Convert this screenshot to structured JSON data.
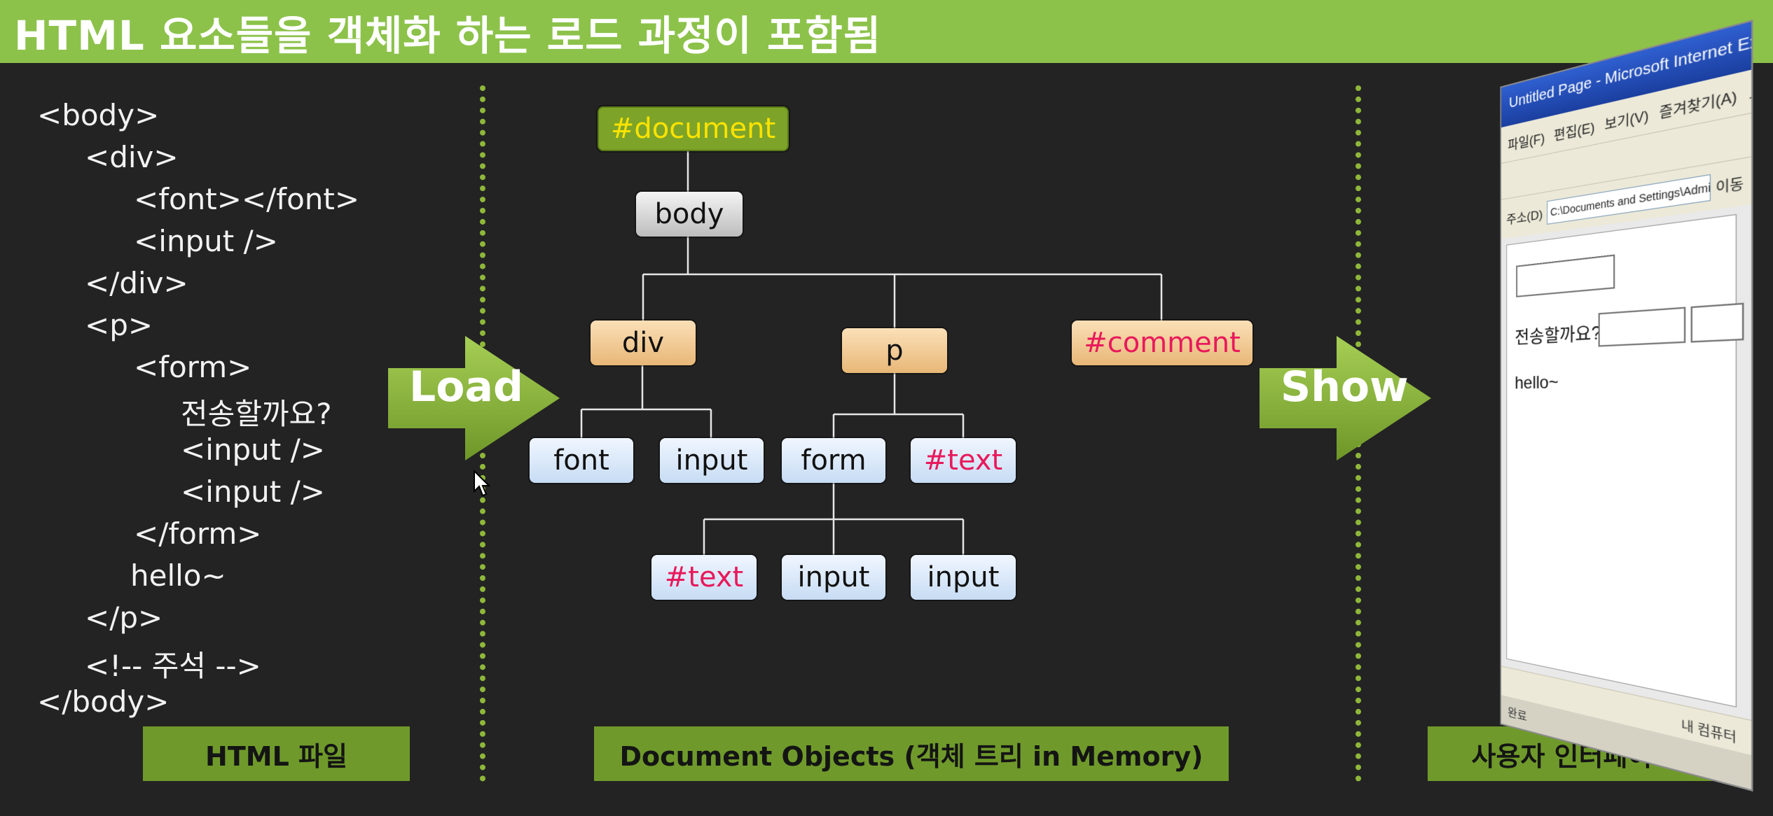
{
  "title": "HTML 요소들을 객체화 하는 로드 과정이 포함됨",
  "code_lines": [
    "<body>",
    "<div>",
    "<font></font>",
    "<input />",
    "</div>",
    "<p>",
    "<form>",
    "전송할까요?",
    "<input />",
    "<input />",
    "</form>",
    "hello~",
    "</p>",
    "<!-- 주석 -->",
    "</body>"
  ],
  "arrows": {
    "load": "Load",
    "show": "Show"
  },
  "section_labels": {
    "html_file": "HTML 파일",
    "document_objects": "Document Objects (객체 트리 in Memory)",
    "user_interface": "사용자 인터페이스"
  },
  "tree": {
    "document": "#document",
    "body": "body",
    "div": "div",
    "p": "p",
    "comment": "#comment",
    "font": "font",
    "input_a": "input",
    "form": "form",
    "text_p": "#text",
    "text_form": "#text",
    "input_b": "input",
    "input_c": "input"
  },
  "colors": {
    "title_bar": "#8cc24a",
    "label_box": "#6f9a2b",
    "arrow": "#8ab83a",
    "document_node": "#7da428",
    "document_text": "#ffe300",
    "special_text": "#e8195b"
  },
  "browser": {
    "title": "Untitled Page - Microsoft Internet Explorer",
    "menu": "파일(F) 편집(E) 보기(V) 즐겨찾기(A) 도구(T) 도움말(H)",
    "address_label": "주소(D)",
    "address_value": "C:\\Documents and Settings\\Administrator",
    "go_label": "이동",
    "page_prompt": "전송할까요?",
    "page_hello": "hello~",
    "status_zone": "내 컴퓨터",
    "taskbar_status": "완료"
  }
}
